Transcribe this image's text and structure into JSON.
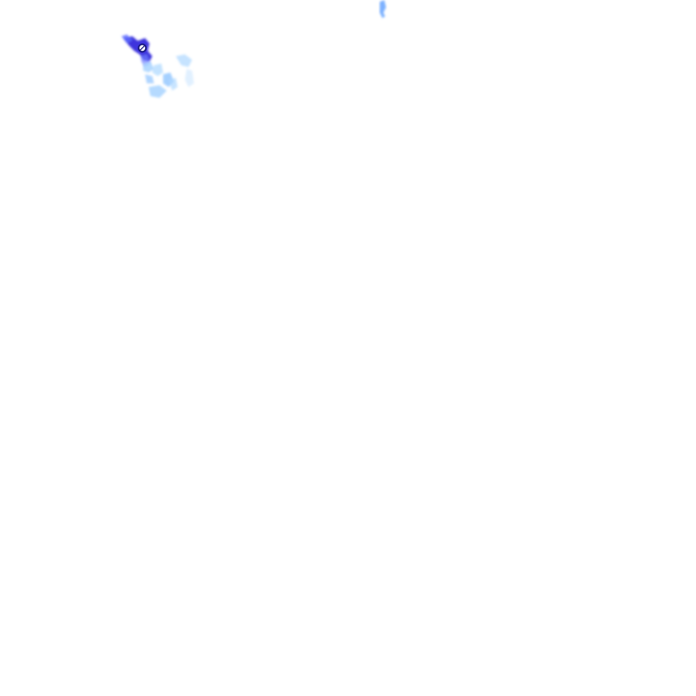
{
  "map": {
    "background_color": "#ffffff",
    "layer": "precipitation-radar",
    "intensity_palette": {
      "light": "#a8d4ff",
      "moderate": "#6fa8ff",
      "heavy": "#3a4fff",
      "very_heavy": "#2a1fd9"
    },
    "marker": {
      "icon": "location-marker-icon",
      "color": "#ffffff",
      "outline": "#1a1a80"
    },
    "echoes": [
      {
        "name": "echo-cluster-west",
        "intensity": "very_heavy"
      },
      {
        "name": "echo-cluster-west-tail",
        "intensity": "light"
      },
      {
        "name": "echo-cluster-north",
        "intensity": "moderate"
      }
    ]
  }
}
